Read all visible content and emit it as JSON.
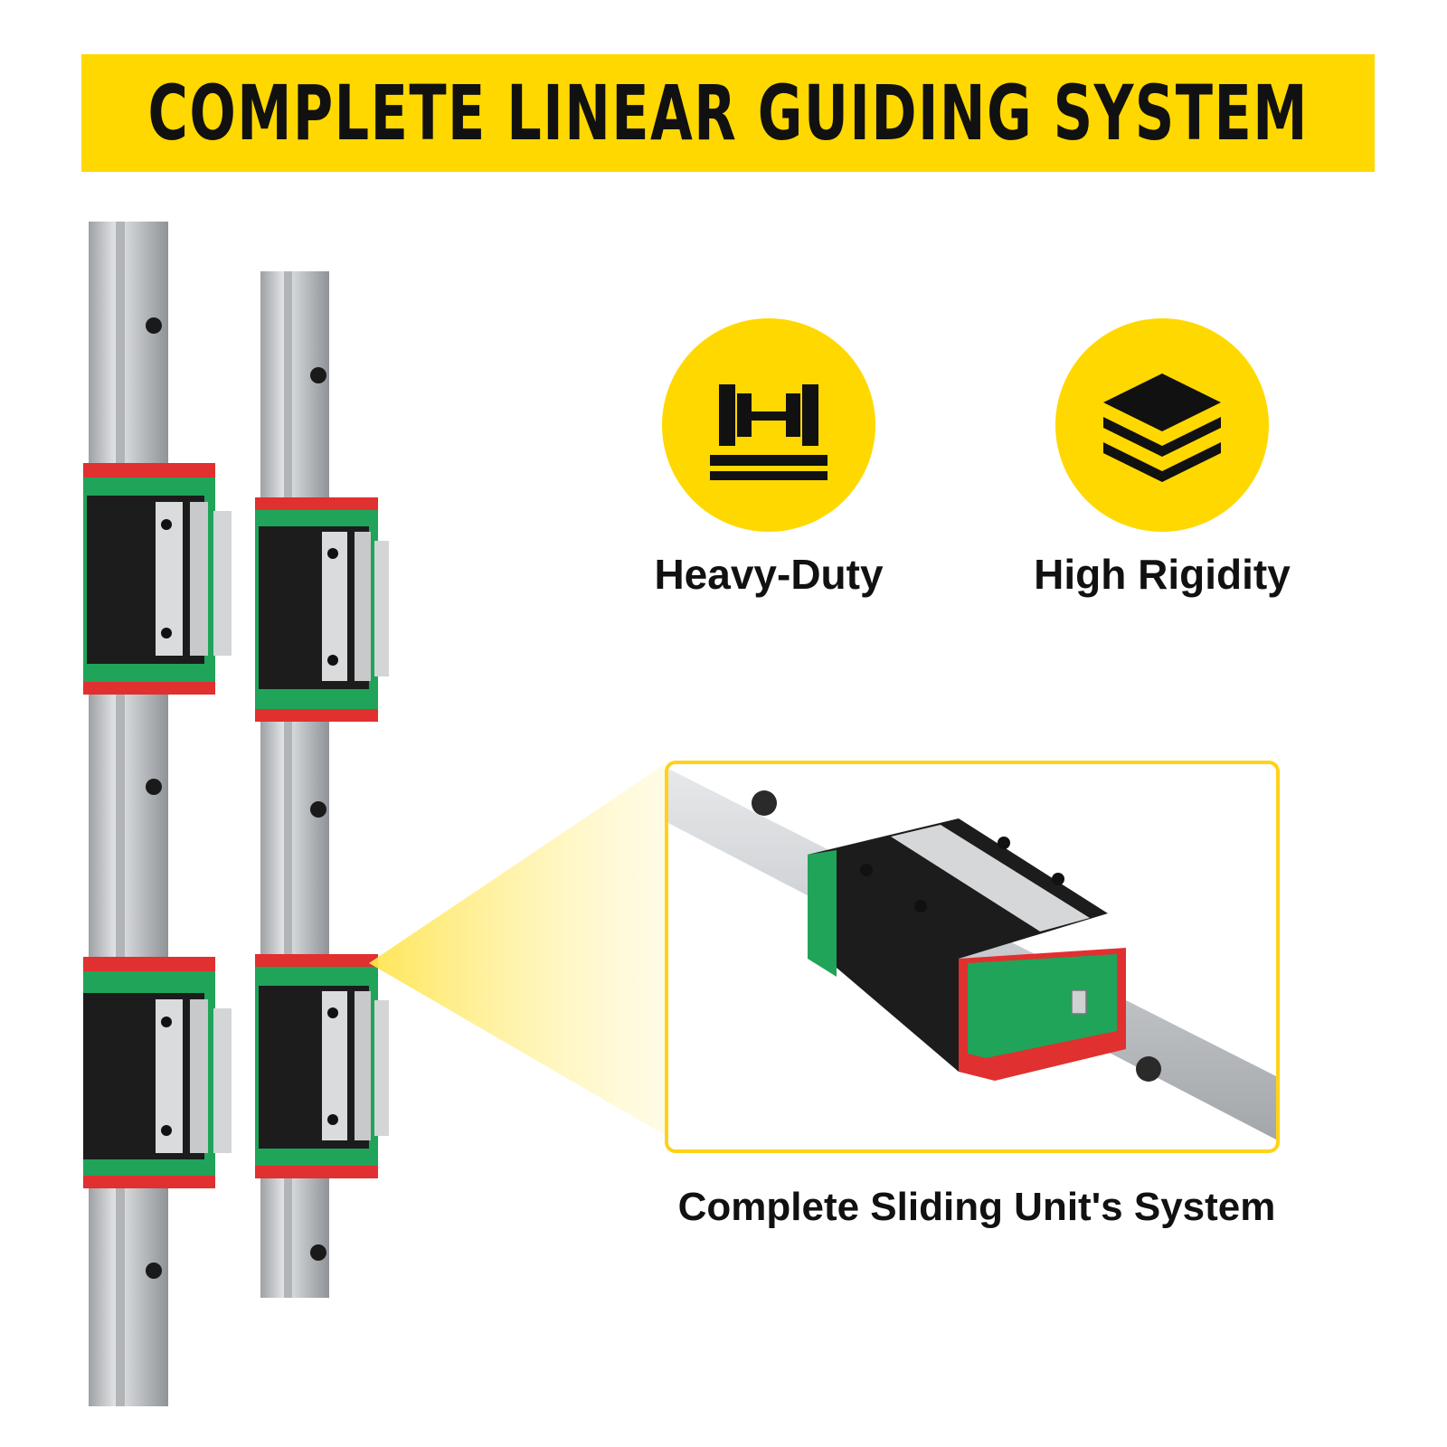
{
  "banner": {
    "title": "COMPLETE LINEAR GUIDING SYSTEM"
  },
  "features": [
    {
      "label": "Heavy-Duty",
      "icon": "heavy-duty-icon"
    },
    {
      "label": "High Rigidity",
      "icon": "layers-icon"
    }
  ],
  "detail": {
    "caption": "Complete Sliding Unit's System"
  },
  "colors": {
    "accent": "#ffd800",
    "block_green": "#1fa45a",
    "seal_red": "#e0302f",
    "block_black": "#1c1c1c",
    "rail_silver": "#c9cbcd"
  }
}
